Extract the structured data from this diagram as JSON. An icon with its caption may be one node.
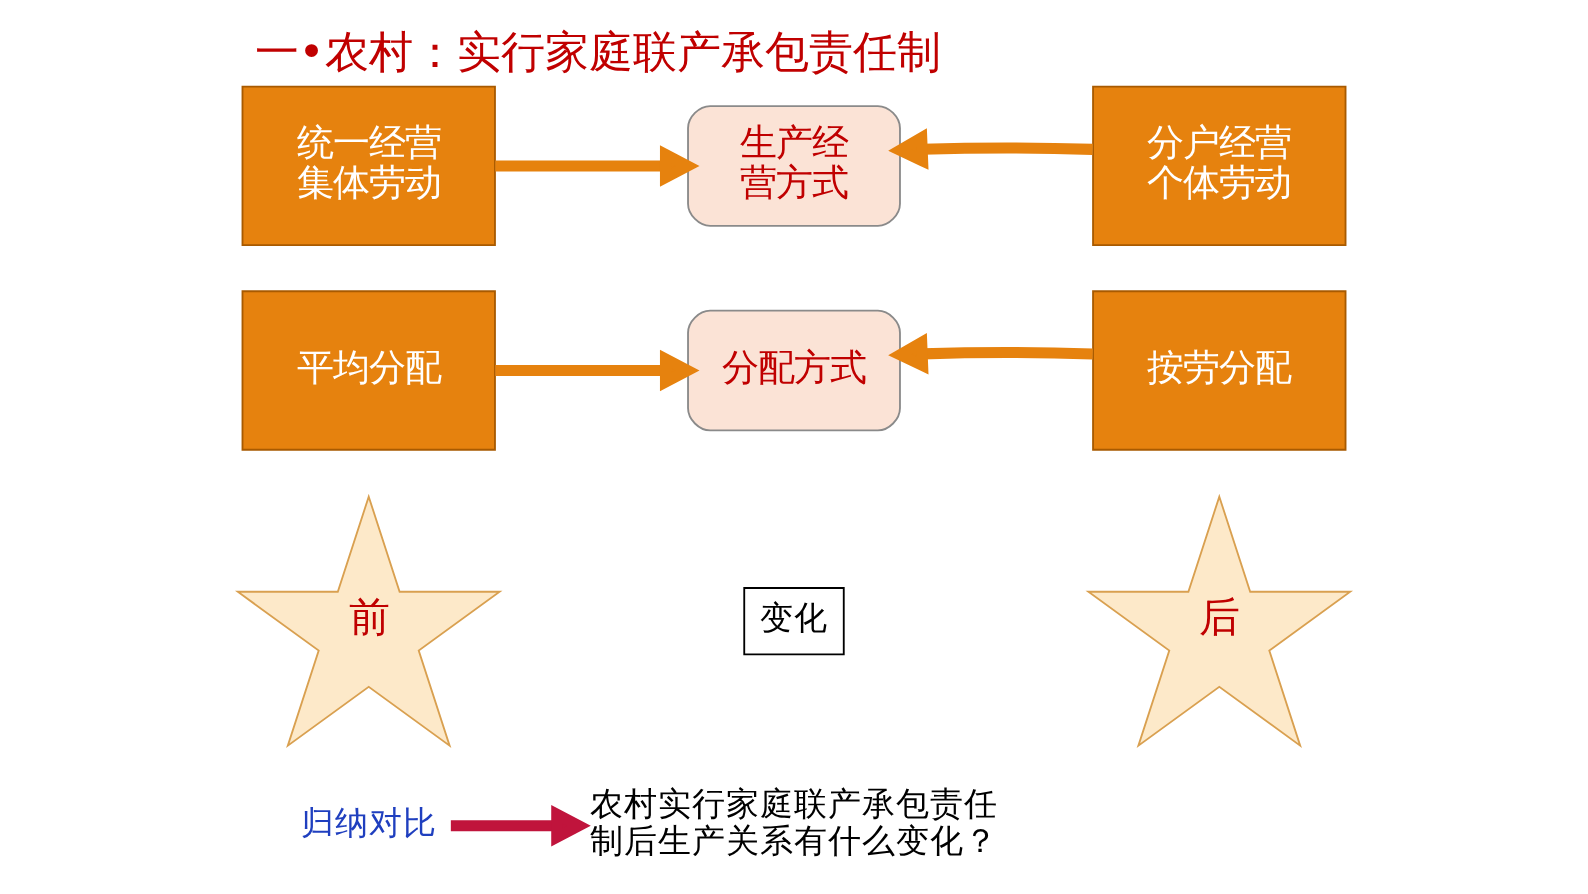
{
  "diagram": {
    "title": "一•农村：实行家庭联产承包责任制",
    "nodes": [
      {
        "text": [
          "归纳对比"
        ]
      },
      {
        "text": [
          "农村实行家庭联产承包责任制后生产关系有什么变化？"
        ]
      },
      {
        "text": [
          "前"
        ]
      },
      {
        "text": [
          "变化"
        ]
      },
      {
        "text": [
          "后"
        ]
      },
      {
        "text": [
          "统一经营集体劳动"
        ]
      },
      {
        "text": [
          "生产经营方式"
        ]
      },
      {
        "text": [
          "分户经营个体劳动"
        ]
      },
      {
        "text": [
          "平均分配"
        ]
      },
      {
        "text": [
          "分配方式"
        ]
      },
      {
        "text": [
          "按劳分配"
        ]
      }
    ],
    "edges": [
      {
        "from": 0,
        "to": 1,
        "arrow": "to",
        "color": "#c0143c"
      },
      {
        "from": 5,
        "to": 6,
        "arrow": "to"
      },
      {
        "from": 7,
        "to": 6,
        "arrow": "to"
      },
      {
        "from": 8,
        "to": 9,
        "arrow": "to"
      },
      {
        "from": 10,
        "to": 9,
        "arrow": "to"
      }
    ]
  }
}
